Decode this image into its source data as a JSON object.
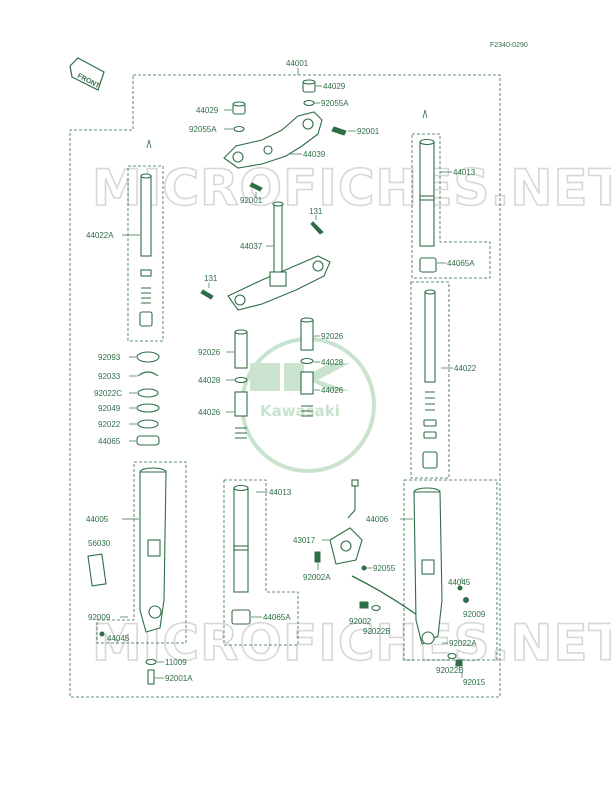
{
  "figure_ref": "F2340-0290",
  "front_label": "FRONT",
  "watermark": "MICROFICHES.NET",
  "logo_text": "Kawasaki",
  "parts": {
    "p44001": "44001",
    "p44029_r": "44029",
    "p92055A_r": "92055A",
    "p44029_l": "44029",
    "p92055A_l": "92055A",
    "p92001_r": "92001",
    "p44039": "44039",
    "p92001_l": "92001",
    "p131_top": "131",
    "p44037": "44037",
    "p131_left": "131",
    "p44022A": "44022A",
    "p44013_top": "44013",
    "p44065A_top": "44065A",
    "p44022": "44022",
    "p92026_l": "92026",
    "p92026_r": "92026",
    "p44028_r": "44028",
    "p44028_l": "44028",
    "p44026_r": "44026",
    "p44026_l": "44026",
    "p92093": "92093",
    "p92033": "92033",
    "p92022C": "92022C",
    "p92049": "92049",
    "p92022": "92022",
    "p44065": "44065",
    "p44005": "44005",
    "p56030": "56030",
    "p92009_l": "92009",
    "p44045_l": "44045",
    "p11009": "11009",
    "p92001A": "92001A",
    "p44013_bot": "44013",
    "p44065A_bot": "44065A",
    "p43017": "43017",
    "p92002A": "92002A",
    "p92055": "92055",
    "p92002": "92002",
    "p92022B_a": "92022B",
    "p44006": "44006",
    "p44045_r": "44045",
    "p92009_r": "92009",
    "p92022A": "92022A",
    "p92022B_b": "92022B",
    "p92015": "92015"
  }
}
